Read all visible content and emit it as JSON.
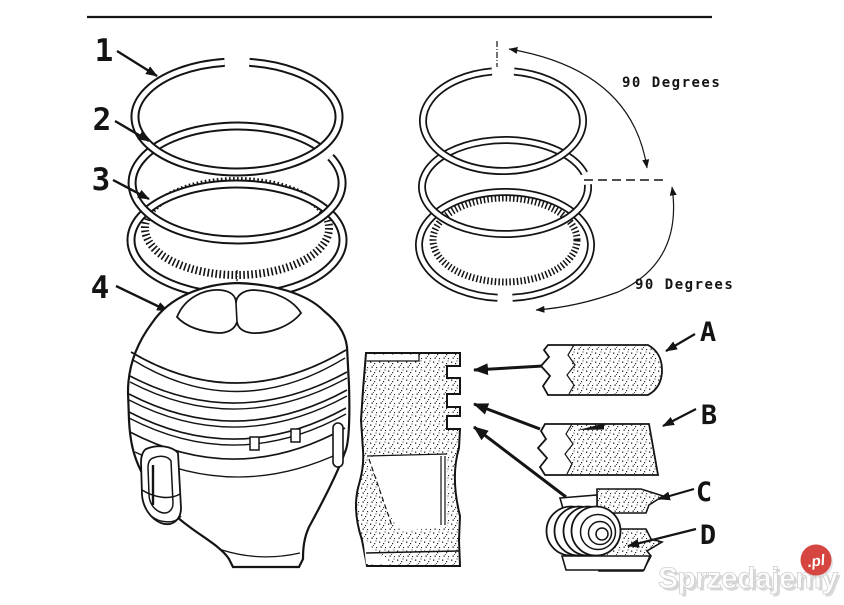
{
  "diagram": {
    "callouts": {
      "one": "1",
      "two": "2",
      "three": "3",
      "four": "4",
      "a": "A",
      "b": "B",
      "c": "C",
      "d": "D"
    },
    "annotations": {
      "angle_top": "90 Degrees",
      "angle_bottom": "90 Degrees"
    },
    "colors": {
      "ink": "#141414",
      "background": "#ffffff"
    }
  },
  "watermark": {
    "brand": "Sprzedajemy",
    "tld": ".pl",
    "badge_color": "#d6453f"
  }
}
